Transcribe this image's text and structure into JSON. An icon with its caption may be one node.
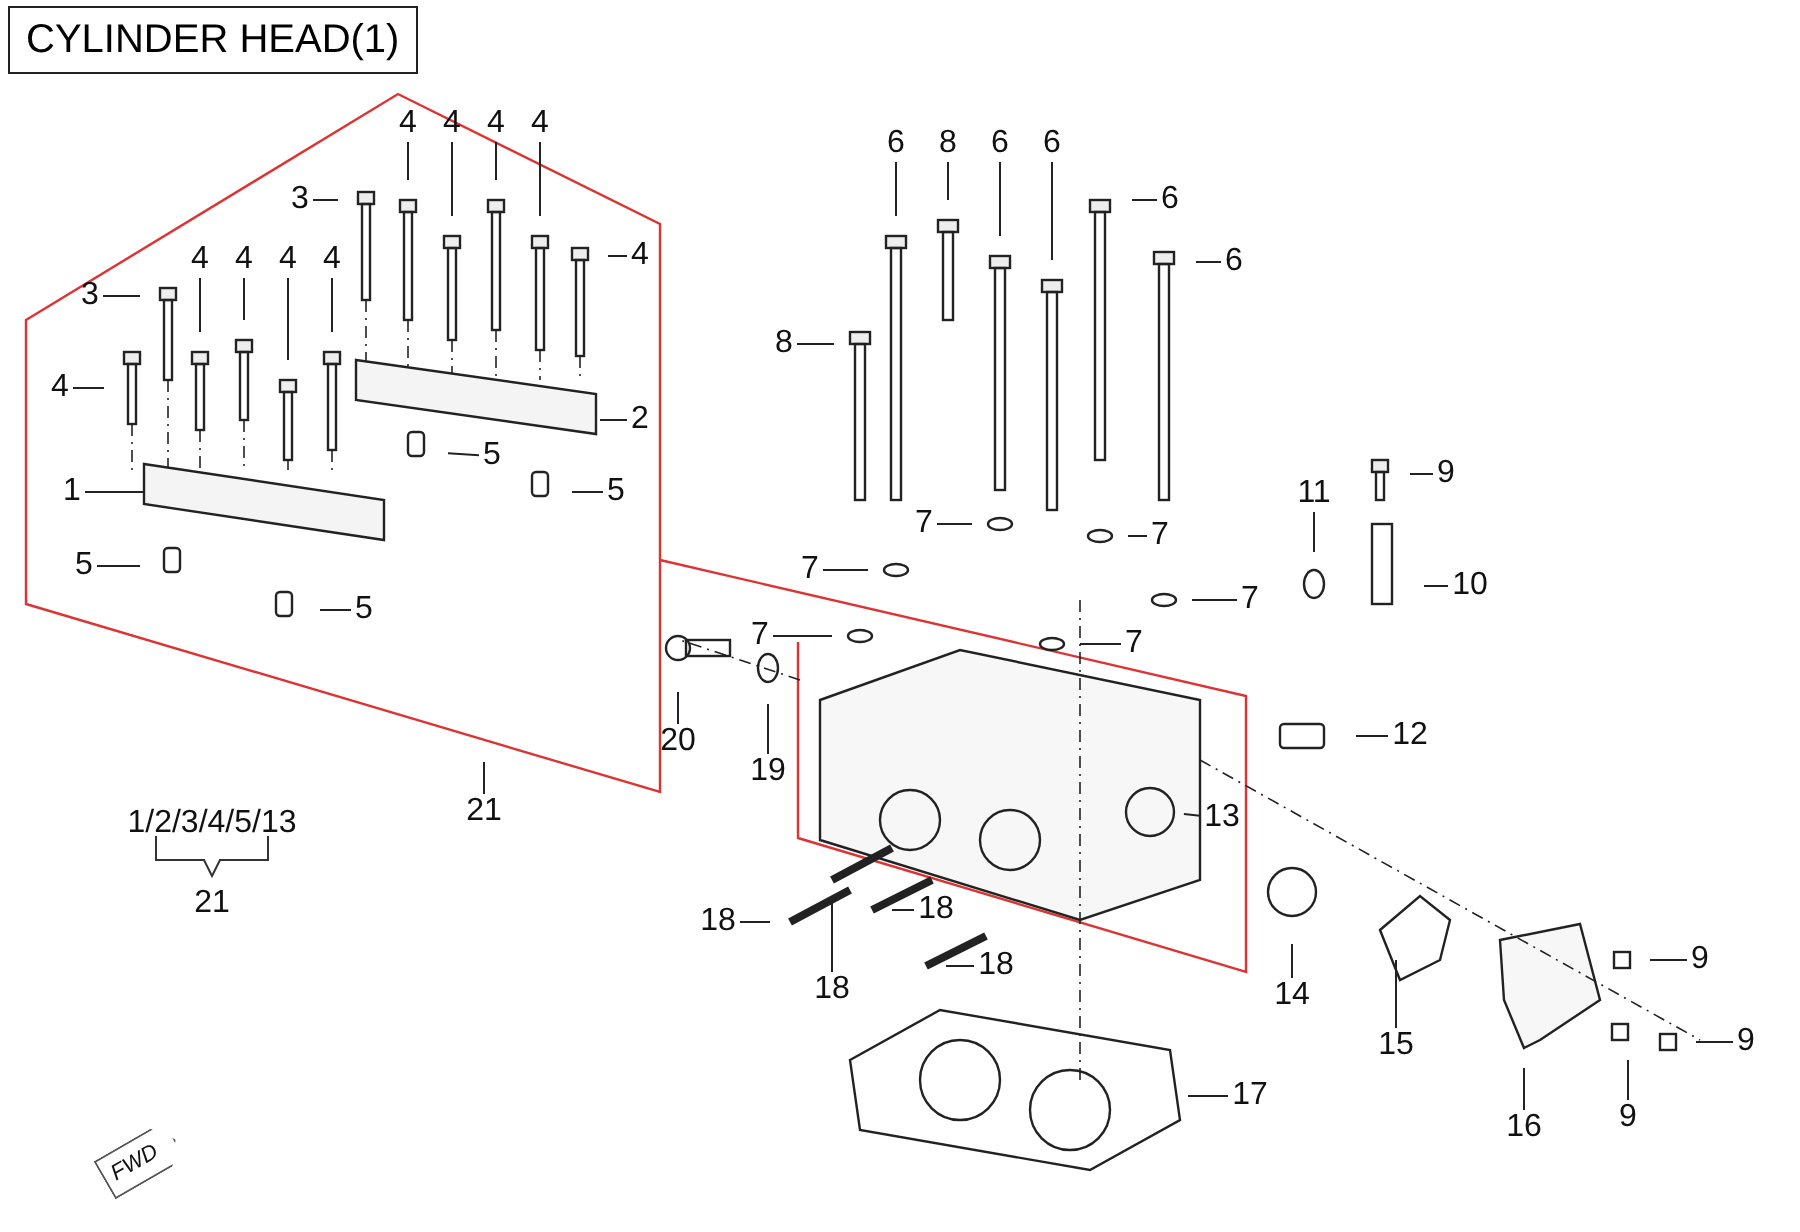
{
  "diagram": {
    "title": "CYLINDER HEAD(1)",
    "nodes": [
      {
        "text": [
          "4"
        ]
      },
      {
        "text": [
          "4"
        ]
      },
      {
        "text": [
          "4"
        ]
      },
      {
        "text": [
          "4"
        ]
      },
      {
        "text": [
          "3"
        ]
      },
      {
        "text": [
          "4"
        ]
      },
      {
        "text": [
          "3"
        ]
      },
      {
        "text": [
          "4"
        ]
      },
      {
        "text": [
          "4"
        ]
      },
      {
        "text": [
          "4"
        ]
      },
      {
        "text": [
          "4"
        ]
      },
      {
        "text": [
          "4"
        ]
      },
      {
        "text": [
          "2"
        ]
      },
      {
        "text": [
          "1"
        ]
      },
      {
        "text": [
          "5"
        ]
      },
      {
        "text": [
          "5"
        ]
      },
      {
        "text": [
          "5"
        ]
      },
      {
        "text": [
          "5"
        ]
      },
      {
        "text": [
          "21"
        ]
      },
      {
        "text": [
          "6"
        ]
      },
      {
        "text": [
          "8"
        ]
      },
      {
        "text": [
          "6"
        ]
      },
      {
        "text": [
          "6"
        ]
      },
      {
        "text": [
          "6"
        ]
      },
      {
        "text": [
          "6"
        ]
      },
      {
        "text": [
          "8"
        ]
      },
      {
        "text": [
          "7"
        ]
      },
      {
        "text": [
          "7"
        ]
      },
      {
        "text": [
          "7"
        ]
      },
      {
        "text": [
          "7"
        ]
      },
      {
        "text": [
          "7"
        ]
      },
      {
        "text": [
          "7"
        ]
      },
      {
        "text": [
          "11"
        ]
      },
      {
        "text": [
          "9"
        ]
      },
      {
        "text": [
          "10"
        ]
      },
      {
        "text": [
          "20"
        ]
      },
      {
        "text": [
          "19"
        ]
      },
      {
        "text": [
          "12"
        ]
      },
      {
        "text": [
          "13"
        ]
      },
      {
        "text": [
          "18"
        ]
      },
      {
        "text": [
          "18"
        ]
      },
      {
        "text": [
          "18"
        ]
      },
      {
        "text": [
          "18"
        ]
      },
      {
        "text": [
          "14"
        ]
      },
      {
        "text": [
          "15"
        ]
      },
      {
        "text": [
          "9"
        ]
      },
      {
        "text": [
          "9"
        ]
      },
      {
        "text": [
          "9"
        ]
      },
      {
        "text": [
          "16"
        ]
      },
      {
        "text": [
          "17"
        ]
      }
    ],
    "edges": [
      {
        "from": 0,
        "to": null,
        "arrow": "none"
      },
      {
        "from": 1,
        "to": null,
        "arrow": "none"
      },
      {
        "from": 2,
        "to": null,
        "arrow": "none"
      },
      {
        "from": 3,
        "to": null,
        "arrow": "none"
      },
      {
        "from": 4,
        "to": null,
        "arrow": "none"
      },
      {
        "from": 5,
        "to": null,
        "arrow": "none"
      },
      {
        "from": 6,
        "to": null,
        "arrow": "none"
      },
      {
        "from": 7,
        "to": null,
        "arrow": "none"
      },
      {
        "from": 8,
        "to": null,
        "arrow": "none"
      },
      {
        "from": 9,
        "to": null,
        "arrow": "none"
      },
      {
        "from": 10,
        "to": null,
        "arrow": "none"
      },
      {
        "from": 11,
        "to": null,
        "arrow": "none"
      },
      {
        "from": 12,
        "to": null,
        "arrow": "none"
      },
      {
        "from": 13,
        "to": null,
        "arrow": "none"
      },
      {
        "from": 14,
        "to": null,
        "arrow": "none"
      },
      {
        "from": 15,
        "to": null,
        "arrow": "none"
      },
      {
        "from": 16,
        "to": null,
        "arrow": "none"
      },
      {
        "from": 17,
        "to": null,
        "arrow": "none"
      },
      {
        "from": 18,
        "to": null,
        "arrow": "none"
      },
      {
        "from": 19,
        "to": null,
        "arrow": "none"
      },
      {
        "from": 20,
        "to": null,
        "arrow": "none"
      },
      {
        "from": 21,
        "to": null,
        "arrow": "none"
      },
      {
        "from": 22,
        "to": null,
        "arrow": "none"
      },
      {
        "from": 23,
        "to": null,
        "arrow": "none"
      },
      {
        "from": 24,
        "to": null,
        "arrow": "none"
      },
      {
        "from": 25,
        "to": null,
        "arrow": "none"
      },
      {
        "from": 26,
        "to": null,
        "arrow": "none"
      },
      {
        "from": 27,
        "to": null,
        "arrow": "none"
      },
      {
        "from": 28,
        "to": null,
        "arrow": "none"
      },
      {
        "from": 29,
        "to": null,
        "arrow": "none"
      },
      {
        "from": 30,
        "to": null,
        "arrow": "none"
      },
      {
        "from": 31,
        "to": null,
        "arrow": "none"
      },
      {
        "from": 32,
        "to": null,
        "arrow": "none"
      },
      {
        "from": 33,
        "to": null,
        "arrow": "none"
      },
      {
        "from": 34,
        "to": null,
        "arrow": "none"
      },
      {
        "from": 35,
        "to": null,
        "arrow": "none"
      },
      {
        "from": 36,
        "to": null,
        "arrow": "none"
      },
      {
        "from": 37,
        "to": null,
        "arrow": "none"
      },
      {
        "from": 38,
        "to": null,
        "arrow": "none"
      },
      {
        "from": 39,
        "to": null,
        "arrow": "none"
      },
      {
        "from": 40,
        "to": null,
        "arrow": "none"
      },
      {
        "from": 41,
        "to": null,
        "arrow": "none"
      },
      {
        "from": 42,
        "to": null,
        "arrow": "none"
      },
      {
        "from": 43,
        "to": null,
        "arrow": "none"
      },
      {
        "from": 44,
        "to": null,
        "arrow": "none"
      },
      {
        "from": 45,
        "to": null,
        "arrow": "none"
      },
      {
        "from": 46,
        "to": null,
        "arrow": "none"
      },
      {
        "from": 47,
        "to": null,
        "arrow": "none"
      },
      {
        "from": 48,
        "to": null,
        "arrow": "none"
      },
      {
        "from": 49,
        "to": null,
        "arrow": "none"
      }
    ],
    "labels": [
      "1/2/3/4/5/13",
      "21",
      "FWD"
    ]
  }
}
